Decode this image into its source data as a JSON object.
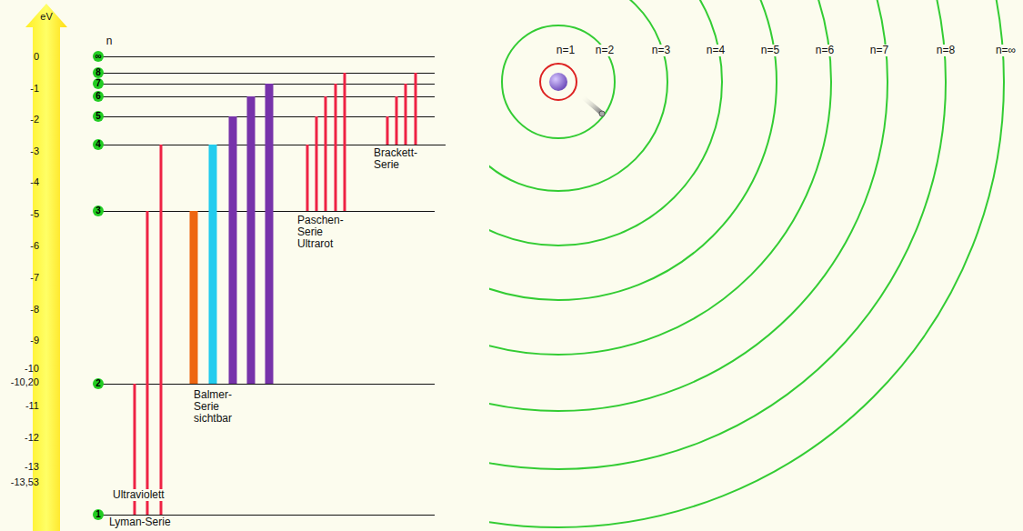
{
  "diagram": {
    "nodes": [
      {
        "text": [
          "∞"
        ]
      },
      {
        "text": [
          "8"
        ]
      },
      {
        "text": [
          "7"
        ]
      },
      {
        "text": [
          "6"
        ]
      },
      {
        "text": [
          "5"
        ]
      },
      {
        "text": [
          "4"
        ]
      },
      {
        "text": [
          "3"
        ]
      },
      {
        "text": [
          "2"
        ]
      },
      {
        "text": [
          "1"
        ]
      }
    ],
    "labels": [
      "eV",
      "0",
      "-1",
      "-2",
      "-3",
      "-4",
      "-5",
      "-6",
      "-7",
      "-8",
      "-9",
      "-10",
      "-10,20",
      "-11",
      "-12",
      "-13",
      "-13,53",
      "n",
      "Ultraviolett",
      "Lyman-Serie",
      "Balmer-Serie sichtbar",
      "Paschen-Serie Ultrarot",
      "Brackett-Serie",
      "n=1",
      "n=2",
      "n=3",
      "n=4",
      "n=5",
      "n=6",
      "n=7",
      "n=8",
      "n=∞"
    ]
  }
}
